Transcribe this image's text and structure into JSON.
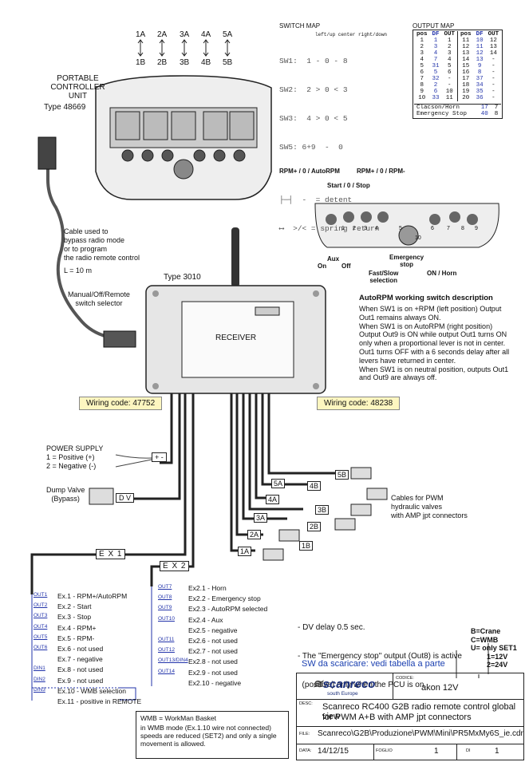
{
  "top_labels": {
    "pairs": [
      {
        "up": "1A",
        "down": "1B"
      },
      {
        "up": "2A",
        "down": "2B"
      },
      {
        "up": "3A",
        "down": "3B"
      },
      {
        "up": "4A",
        "down": "4B"
      },
      {
        "up": "5A",
        "down": "5B"
      }
    ],
    "portable_unit": "PORTABLE\nCONTROLLER\nUNIT",
    "type_portable": "Type 48669"
  },
  "switch_map": {
    "title": "SWITCH MAP",
    "header": "left/up  center  right/down",
    "rows": [
      "SW1:  1 - 0 - 8",
      "SW2:  2 > 0 < 3",
      "SW3:  4 > 0 < 5",
      "SW5: 6+9  -  0"
    ],
    "legend1": "-  = detent",
    "legend2": ">/< = spring return"
  },
  "output_map": {
    "title": "OUTPUT MAP",
    "headers": [
      "pos",
      "DF",
      "OUT",
      "pos",
      "DF",
      "OUT"
    ],
    "rows": [
      [
        "1",
        "1",
        "1",
        "11",
        "10",
        "12"
      ],
      [
        "2",
        "3",
        "2",
        "12",
        "11",
        "13"
      ],
      [
        "3",
        "4",
        "3",
        "13",
        "12",
        "14"
      ],
      [
        "4",
        "7",
        "4",
        "14",
        "13",
        "-"
      ],
      [
        "5",
        "31",
        "5",
        "15",
        "9",
        "-"
      ],
      [
        "6",
        "5",
        "6",
        "16",
        "8",
        "-"
      ],
      [
        "7",
        "32",
        "-",
        "17",
        "37",
        "-"
      ],
      [
        "8",
        "2",
        "-",
        "18",
        "34",
        "-"
      ],
      [
        "9",
        "6",
        "10",
        "19",
        "35",
        "-"
      ],
      [
        "10",
        "33",
        "11",
        "20",
        "36",
        "-"
      ]
    ],
    "footer": [
      [
        "Clacson/Horn",
        "17",
        "7"
      ],
      [
        "Emergency Stop",
        "40",
        "8"
      ]
    ]
  },
  "panel_labels": {
    "rpm_left": "RPM+ / 0 / AutoRPM",
    "rpm_right": "RPM+ / 0 / RPM-",
    "start_stop": "Start / 0 / Stop",
    "aux": "Aux",
    "on": "On",
    "off": "Off",
    "emergency": "Emergency\nstop",
    "fast_slow": "Fast/Slow\nselection",
    "on_horn": "ON / Horn",
    "nums": [
      "1",
      "2",
      "3",
      "4",
      "5",
      "6",
      "7",
      "8",
      "9",
      "10"
    ]
  },
  "cable_text": "Cable  used to\nbypass radio mode\nor to program\nthe radio remote control",
  "cable_length": "L = 10 m",
  "type_receiver": "Type 3010",
  "manual_switch": "Manual/Off/Remote\nswitch selector",
  "receiver_label": "RECEIVER",
  "wiring_left": "Wiring code: 47752",
  "wiring_right": "Wiring code: 48238",
  "autorpm": {
    "title": "AutoRPM working switch description",
    "lines": [
      "When SW1 is on +RPM (left position) Output",
      "Out1 remains always ON.",
      "When SW1 is on AutoRPM (right position)",
      "Output Out9 is ON while output Out1 turns ON",
      "only when a proportional lever is not in center.",
      "Out1 turns OFF with a 6 seconds delay after all",
      "levers have returned in center.",
      "When SW1 is on neutral position, outputs Out1",
      "and Out9 are always off."
    ]
  },
  "power_supply": "POWER SUPPLY\n1 = Positive (+)\n2 = Negative (-)",
  "power_conn": "+ -",
  "dump_valve": "Dump Valve\n(Bypass)",
  "dv_tag": "D V",
  "valve_tags": [
    "5B",
    "5A",
    "4B",
    "4A",
    "3B",
    "3A",
    "2B",
    "2A",
    "1B",
    "1A"
  ],
  "cables_pwm": "Cables for PWM\nhydraulic valves\nwith AMP jpt connectors",
  "ex1_tag": "E X 1",
  "ex2_tag": "E X 2",
  "ex1": [
    {
      "out": "OUT1",
      "fn": "Ex.1 - RPM+/AutoRPM"
    },
    {
      "out": "OUT2",
      "fn": "Ex.2 - Start"
    },
    {
      "out": "OUT3",
      "fn": "Ex.3 - Stop"
    },
    {
      "out": "OUT4",
      "fn": "Ex.4 - RPM+"
    },
    {
      "out": "OUT5",
      "fn": "Ex.5 - RPM-"
    },
    {
      "out": "OUT6",
      "fn": "Ex.6 - not used"
    },
    {
      "out": "",
      "fn": "Ex.7 - negative"
    },
    {
      "out": "DIN1",
      "fn": "Ex.8 - not used"
    },
    {
      "out": "DIN2",
      "fn": "Ex.9 - not used"
    },
    {
      "out": "DIN3",
      "fn": "Ex.10 - WMB selection"
    },
    {
      "out": "",
      "fn": "Ex.11 - positive in REMOTE"
    }
  ],
  "ex2": [
    {
      "out": "OUT7",
      "fn": "Ex2.1 - Horn"
    },
    {
      "out": "OUT8",
      "fn": "Ex2.2 - Emergency stop"
    },
    {
      "out": "OUT9",
      "fn": "Ex2.3 - AutoRPM selected"
    },
    {
      "out": "OUT10",
      "fn": "Ex2.4 - Aux"
    },
    {
      "out": "",
      "fn": "Ex2.5 - negative"
    },
    {
      "out": "OUT11",
      "fn": "Ex2.6 - not used"
    },
    {
      "out": "OUT12",
      "fn": "Ex2.7 - not used"
    },
    {
      "out": "OUT13/DIN4",
      "fn": "Ex2.8 - not used"
    },
    {
      "out": "OUT14",
      "fn": "Ex2.9 - not used"
    },
    {
      "out": "",
      "fn": "Ex2.10 - negative"
    }
  ],
  "notes": [
    "- DV delay 0.5 sec.",
    "- The \"Emergency stop\" output (Out8) is active",
    "  (positive) only when the PCU is on."
  ],
  "code_legend": [
    "B=Crane",
    "C=WMB",
    "U= only SET1",
    "1=12V",
    "2=24V"
  ],
  "sw_download": "SW da scaricare: vedi tabella a parte",
  "wmb_box": {
    "title": "WMB = WorkMan Basket",
    "text": "in WMB mode (Ex.1.10 wire not connected) speeds are reduced (SET2) and only a single movement is allowed."
  },
  "title_block": {
    "logo": "scanreco",
    "logo_sub": "south Europe",
    "codice_label": "CODICE:",
    "codice_value": "akon 12V",
    "desc_label": "DESC:",
    "desc_lines": [
      "Scanreco RC400 G2B radio remote control global view",
      "for PWM A+B with AMP jpt connectors"
    ],
    "file_label": "FILE:",
    "file_value": "Scanreco\\G2B\\Produzione\\PWM\\Mini\\PR5MxMy6S_ie.cdr",
    "data_label": "DATA:",
    "data_value": "14/12/15",
    "foglio_label": "FOGLIO",
    "foglio_value": "1",
    "di_label": "DI",
    "di_value": "1"
  }
}
